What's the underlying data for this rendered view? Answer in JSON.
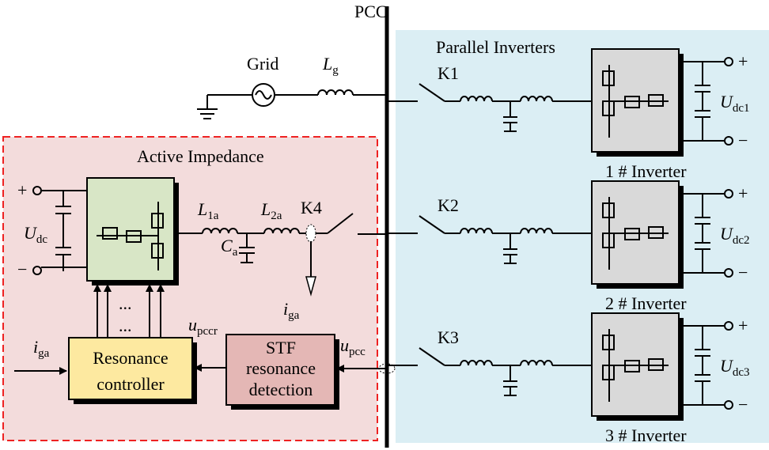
{
  "colors": {
    "active_region": "#f3dcdc",
    "active_border": "#ee2222",
    "parallel_region": "#dbeef4",
    "converter_box": "#d8e6c6",
    "inverter_box": "#d9d9d9",
    "controller_box": "#fde9a0",
    "stf_box": "#e4b7b5"
  },
  "pcc": {
    "label": "PCC"
  },
  "grid": {
    "label": "Grid",
    "inductor": "L",
    "inductor_sub": "g"
  },
  "parallel": {
    "title": "Parallel Inverters",
    "inverters": [
      {
        "switch": "K1",
        "name": "1 # Inverter",
        "udc": "U",
        "udc_sub": "dc1",
        "plus": "+",
        "minus": "−"
      },
      {
        "switch": "K2",
        "name": "2 # Inverter",
        "udc": "U",
        "udc_sub": "dc2",
        "plus": "+",
        "minus": "−"
      },
      {
        "switch": "K3",
        "name": "3 # Inverter",
        "udc": "U",
        "udc_sub": "dc3",
        "plus": "+",
        "minus": "−"
      }
    ]
  },
  "active": {
    "title": "Active Impedance",
    "plus": "+",
    "minus": "−",
    "udc": "U",
    "udc_sub": "dc",
    "l1": "L",
    "l1_sub": "1a",
    "l2": "L",
    "l2_sub": "2a",
    "c": "C",
    "c_sub": "a",
    "switch": "K4",
    "iga": "i",
    "iga_sub": "ga",
    "dots": "...",
    "upccr": "u",
    "upccr_sub": "pccr",
    "upcc": "u",
    "upcc_sub": "pcc",
    "controller": [
      "Resonance",
      "controller"
    ],
    "stf": [
      "STF",
      "resonance",
      "detection"
    ]
  }
}
